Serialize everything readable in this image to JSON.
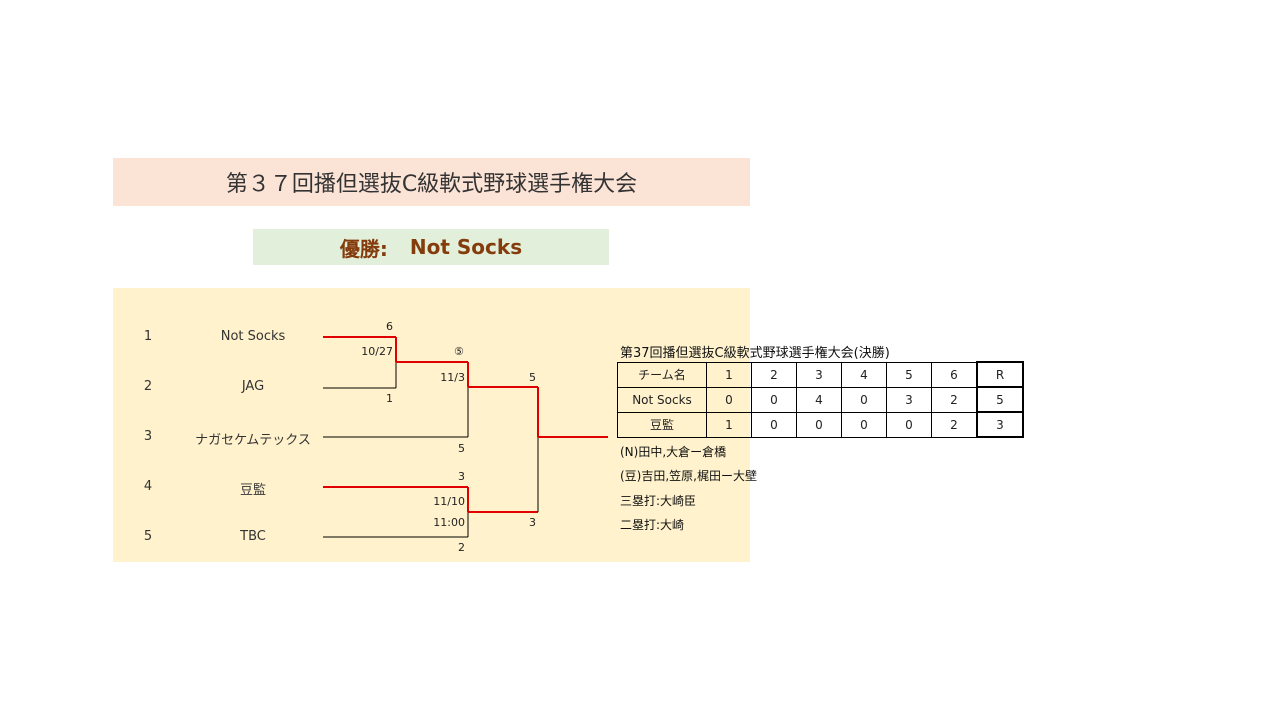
{
  "title": "第３７回播但選抜C級軟式野球選手権大会",
  "winner": {
    "label": "優勝:",
    "team": "Not Socks"
  },
  "teams": [
    {
      "seed": "1",
      "name": "Not Socks"
    },
    {
      "seed": "2",
      "name": "JAG"
    },
    {
      "seed": "3",
      "name": "ナガセケムテックス"
    },
    {
      "seed": "4",
      "name": "豆監"
    },
    {
      "seed": "5",
      "name": "TBC"
    }
  ],
  "bracket_labels": {
    "m1_top": "6",
    "m1_date": "10/27",
    "m1_bottom": "1",
    "m2_game": "⑤",
    "m2_date": "11/3",
    "m2_bottom": "5",
    "m3_top": "3",
    "m3_date": "11/10",
    "m3_time": "11:00",
    "m3_bottom": "2",
    "final_top": "5",
    "final_bottom": "3"
  },
  "scoreboard": {
    "title": "第37回播但選抜C級軟式野球選手権大会(決勝)",
    "header": [
      "チーム名",
      "1",
      "2",
      "3",
      "4",
      "5",
      "6",
      "R"
    ],
    "rows": [
      [
        "Not Socks",
        "0",
        "0",
        "4",
        "0",
        "3",
        "2",
        "5"
      ],
      [
        "豆監",
        "1",
        "0",
        "0",
        "0",
        "0",
        "2",
        "3"
      ]
    ]
  },
  "notes": [
    "(N)田中,大倉ー倉橋",
    "(豆)吉田,笠原,梶田ー大壁",
    "三塁打:大崎臣",
    "二塁打:大崎"
  ],
  "colors": {
    "winner_line": "#e00000",
    "line": "#000000"
  }
}
